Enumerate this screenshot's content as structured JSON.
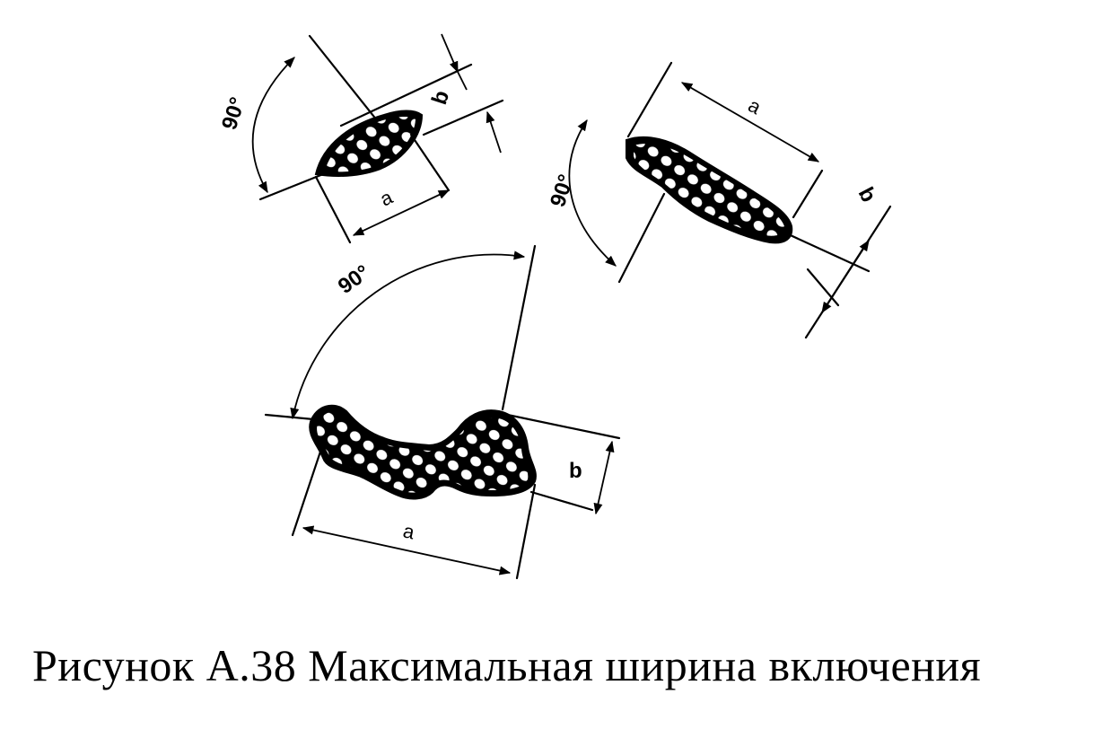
{
  "figure": {
    "caption": "Рисунок А.38 Максимальная ширина включения",
    "labels": {
      "top_left": {
        "angle": "90°",
        "a": "a",
        "b": "b"
      },
      "top_right": {
        "angle": "90°",
        "a": "a",
        "b": "b"
      },
      "bottom": {
        "angle": "90°",
        "a": "a",
        "b": "b"
      }
    }
  }
}
